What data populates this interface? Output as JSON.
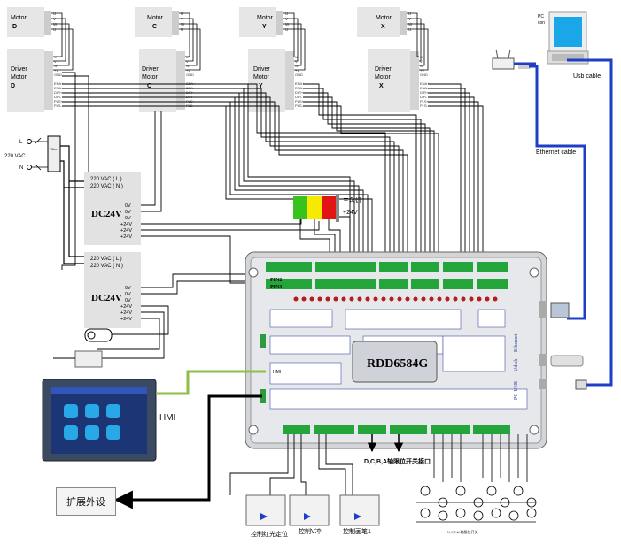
{
  "motors": [
    {
      "id": "D",
      "motor_label": "Motor",
      "letter": "D",
      "driver_line1": "Driver",
      "driver_line2": "Motor",
      "driver_letter": "D"
    },
    {
      "id": "C",
      "motor_label": "Motor",
      "letter": "C",
      "driver_line1": "Driver",
      "driver_line2": "Motor",
      "driver_letter": "C"
    },
    {
      "id": "Y",
      "motor_label": "Motor",
      "letter": "Y",
      "driver_line1": "Driver",
      "driver_line2": "Motor",
      "driver_letter": "Y"
    },
    {
      "id": "X",
      "motor_label": "Motor",
      "letter": "X",
      "driver_line1": "Driver",
      "driver_line2": "Motor",
      "driver_letter": "X"
    }
  ],
  "motor_pins": [
    "U",
    "V",
    "W",
    "U"
  ],
  "driver_pins_top": [
    "U",
    "V",
    "W",
    "+V",
    "GND"
  ],
  "driver_pins_bottom": [
    "ENA+",
    "ENA-",
    "DIR+",
    "DIR-",
    "PLS+",
    "PLS-"
  ],
  "pc": {
    "label1": "PC",
    "label2": "con",
    "usb_cable": "Usb cable",
    "ethernet_cable": "Ethernet cable"
  },
  "power_in": {
    "l": "L",
    "n": "N",
    "vac": "220 VAC",
    "filter": "Filter"
  },
  "psu": [
    {
      "title": "DC24V",
      "in1": "220 VAC ( L )",
      "in2": "220 VAC ( N )",
      "outs": [
        "0V",
        "0V",
        "0V",
        "+24V",
        "+24V",
        "+24V"
      ]
    },
    {
      "title": "DC24V",
      "in1": "220 VAC ( L )",
      "in2": "220 VAC ( N )",
      "outs": [
        "0V",
        "0V",
        "0V",
        "+24V",
        "+24V",
        "+24V"
      ]
    }
  ],
  "lamp": {
    "label": "三色灯",
    "voltage": "+24V"
  },
  "controller": {
    "model": "RDD6584G",
    "pin2": "PIN2",
    "pin3": "PIN3",
    "port_ethernet": "Ethernet",
    "port_udisk": "Udisk",
    "port_pcusb": "PC-USB",
    "hmi_port": "HMI"
  },
  "hmi": {
    "label": "HMI"
  },
  "expand": {
    "label": "扩展外设"
  },
  "limit": {
    "label": "D,C,B,A轴限位开关接口"
  },
  "outputs": [
    {
      "label": "控制红光定位"
    },
    {
      "label": "控制V冲"
    },
    {
      "label": "控制画笔1"
    }
  ],
  "xy_limit": {
    "label": "X,Y,Z,U,轴限位开关"
  }
}
